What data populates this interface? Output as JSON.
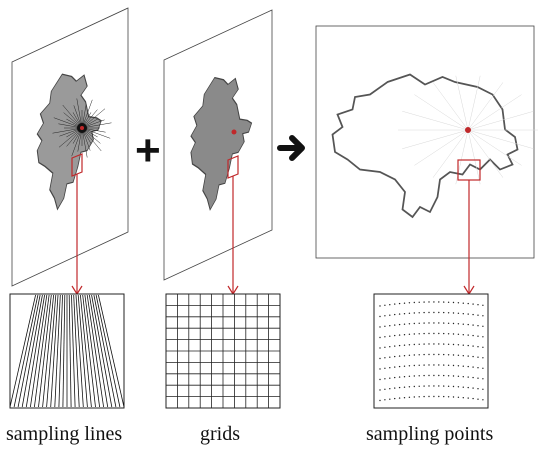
{
  "labels": {
    "sampling_lines": "sampling lines",
    "grids": "grids",
    "sampling_points": "sampling points"
  },
  "operators": {
    "plus": "+",
    "arrow": "→"
  },
  "colors": {
    "highlight": "#c0282a",
    "outline": "#333333",
    "island_fill": "#8a8a8a",
    "island_outline": "#555555",
    "panel_fill": "#ffffff"
  },
  "panels": {
    "left": {
      "role": "island-with-radial-sampling-lines"
    },
    "middle": {
      "role": "island-with-grid-and-center-point"
    },
    "right": {
      "role": "island-with-sampling-points"
    }
  },
  "insets": {
    "sampling_lines": {
      "role": "zoom-of-sampling-lines"
    },
    "grids": {
      "role": "zoom-of-grid"
    },
    "sampling_points": {
      "role": "zoom-of-sampling-points"
    }
  }
}
